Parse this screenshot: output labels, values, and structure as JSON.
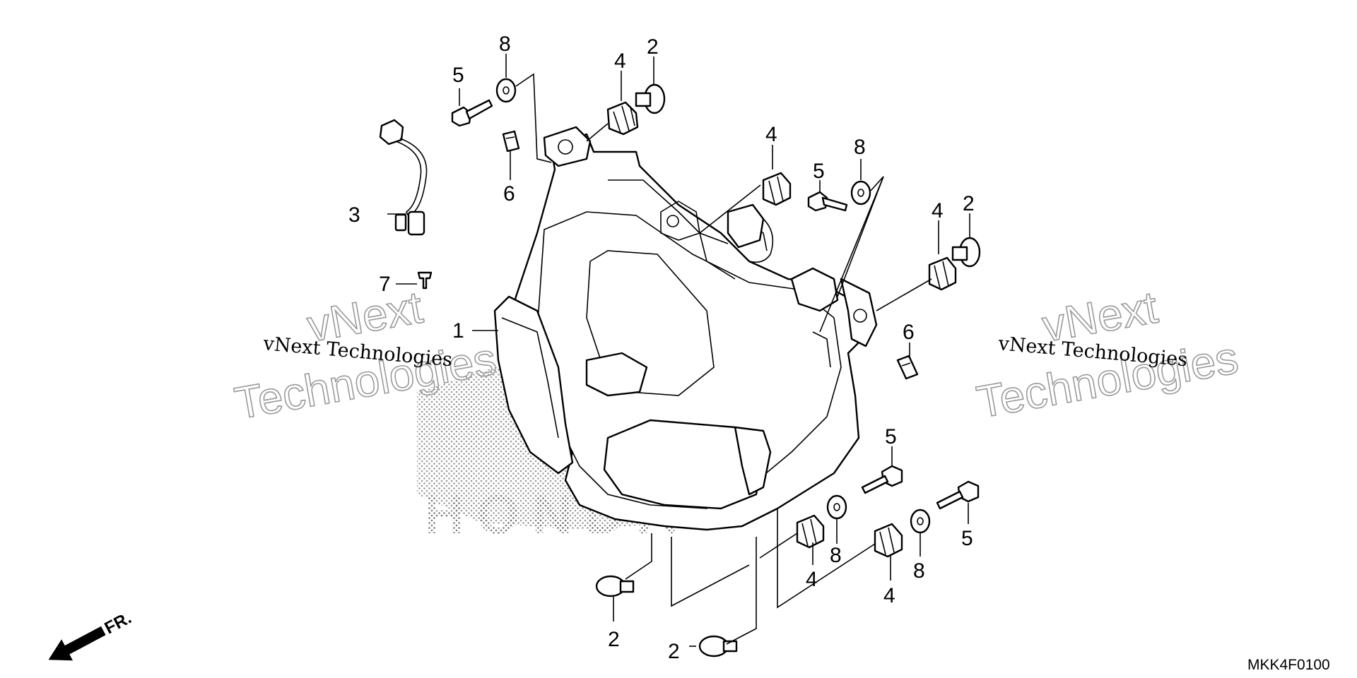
{
  "diagram_code": "MKK4F0100",
  "direction_label": "FR.",
  "watermark": {
    "line_small": "vNext Technologies",
    "line_big_1": "vNext",
    "line_big_2": "Technologies"
  },
  "background_logo": "HONDA",
  "callouts": {
    "c1": "1",
    "c2a": "2",
    "c2b": "2",
    "c2c": "2",
    "c2d": "2",
    "c3": "3",
    "c4a": "4",
    "c4b": "4",
    "c4c": "4",
    "c4d": "4",
    "c4e": "4",
    "c5a": "5",
    "c5b": "5",
    "c5c": "5",
    "c5d": "5",
    "c6a": "6",
    "c6b": "6",
    "c7": "7",
    "c8a": "8",
    "c8b": "8",
    "c8c": "8",
    "c8d": "8"
  }
}
